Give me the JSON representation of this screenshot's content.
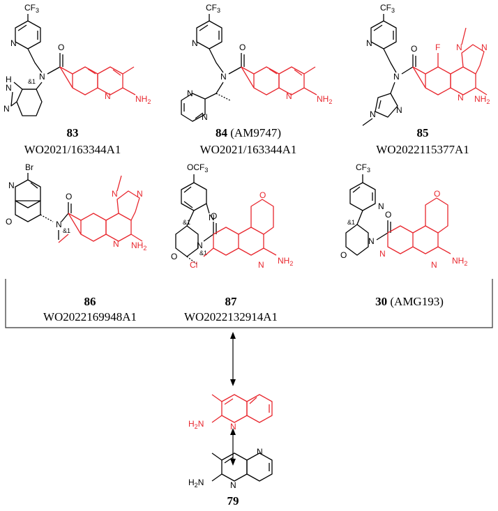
{
  "colors": {
    "scaffold": "#e8262d",
    "bond": "#000000"
  },
  "compounds": [
    {
      "number": "83",
      "alias": "",
      "patent": "WO2021/163344A1"
    },
    {
      "number": "84",
      "alias": " (AM9747)",
      "patent": "WO2021/163344A1"
    },
    {
      "number": "85",
      "alias": "",
      "patent": "WO2022115377A1"
    },
    {
      "number": "86",
      "alias": "",
      "patent": "WO2022169948A1"
    },
    {
      "number": "87",
      "alias": "",
      "patent": "WO2022132914A1"
    },
    {
      "number": "30",
      "alias": " (AMG193)",
      "patent": ""
    }
  ],
  "core": {
    "number": "79"
  },
  "atoms": {
    "cf3": "CF",
    "cf3_sub": "3",
    "ocf3": "OCF",
    "ocf3_sub": "3",
    "n": "N",
    "o": "O",
    "f": "F",
    "br": "Br",
    "cl": "Cl",
    "nh": "H",
    "nh2": "NH",
    "nh2_sub": "2",
    "h2n": "H",
    "h2n_n": "N",
    "h2n_sub": "2",
    "stereo": "&1"
  }
}
